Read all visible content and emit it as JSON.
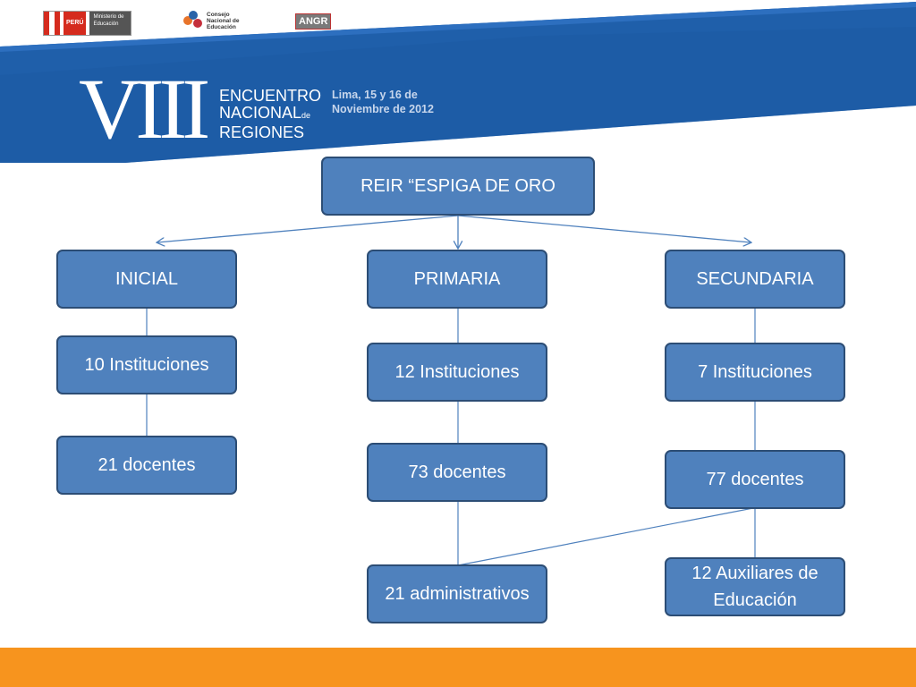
{
  "header": {
    "logos": {
      "peru_label": "PERÚ",
      "minedu_label": "Ministerio de Educación",
      "cne_label": "Consejo Nacional de Educación",
      "angr_label": "ANGR"
    },
    "numeral": "VIII",
    "event_line1": "ENCUENTRO",
    "event_line2": "NACIONAL",
    "event_line2_suffix": "de",
    "event_line3": "REGIONES",
    "date_line1": "Lima, 15 y 16 de",
    "date_line2": "Noviembre de 2012",
    "colors": {
      "header_blue": "#1f5faa",
      "accent_orange": "#f7941e"
    }
  },
  "diagram": {
    "root": "REIR “ESPIGA DE ORO",
    "branches": [
      {
        "level": "INICIAL",
        "institutions": "10 Instituciones",
        "teachers": "21 docentes"
      },
      {
        "level": "PRIMARIA",
        "institutions": "12 Instituciones",
        "teachers": "73 docentes",
        "admin": "21 administrativos"
      },
      {
        "level": "SECUNDARIA",
        "institutions": "7 Instituciones",
        "teachers": "77 docentes",
        "auxiliaries": "12  Auxiliares de Educación"
      }
    ],
    "colors": {
      "node_fill": "#4f81bd",
      "node_border": "#2c4d75",
      "connector": "#4f81bd"
    }
  }
}
